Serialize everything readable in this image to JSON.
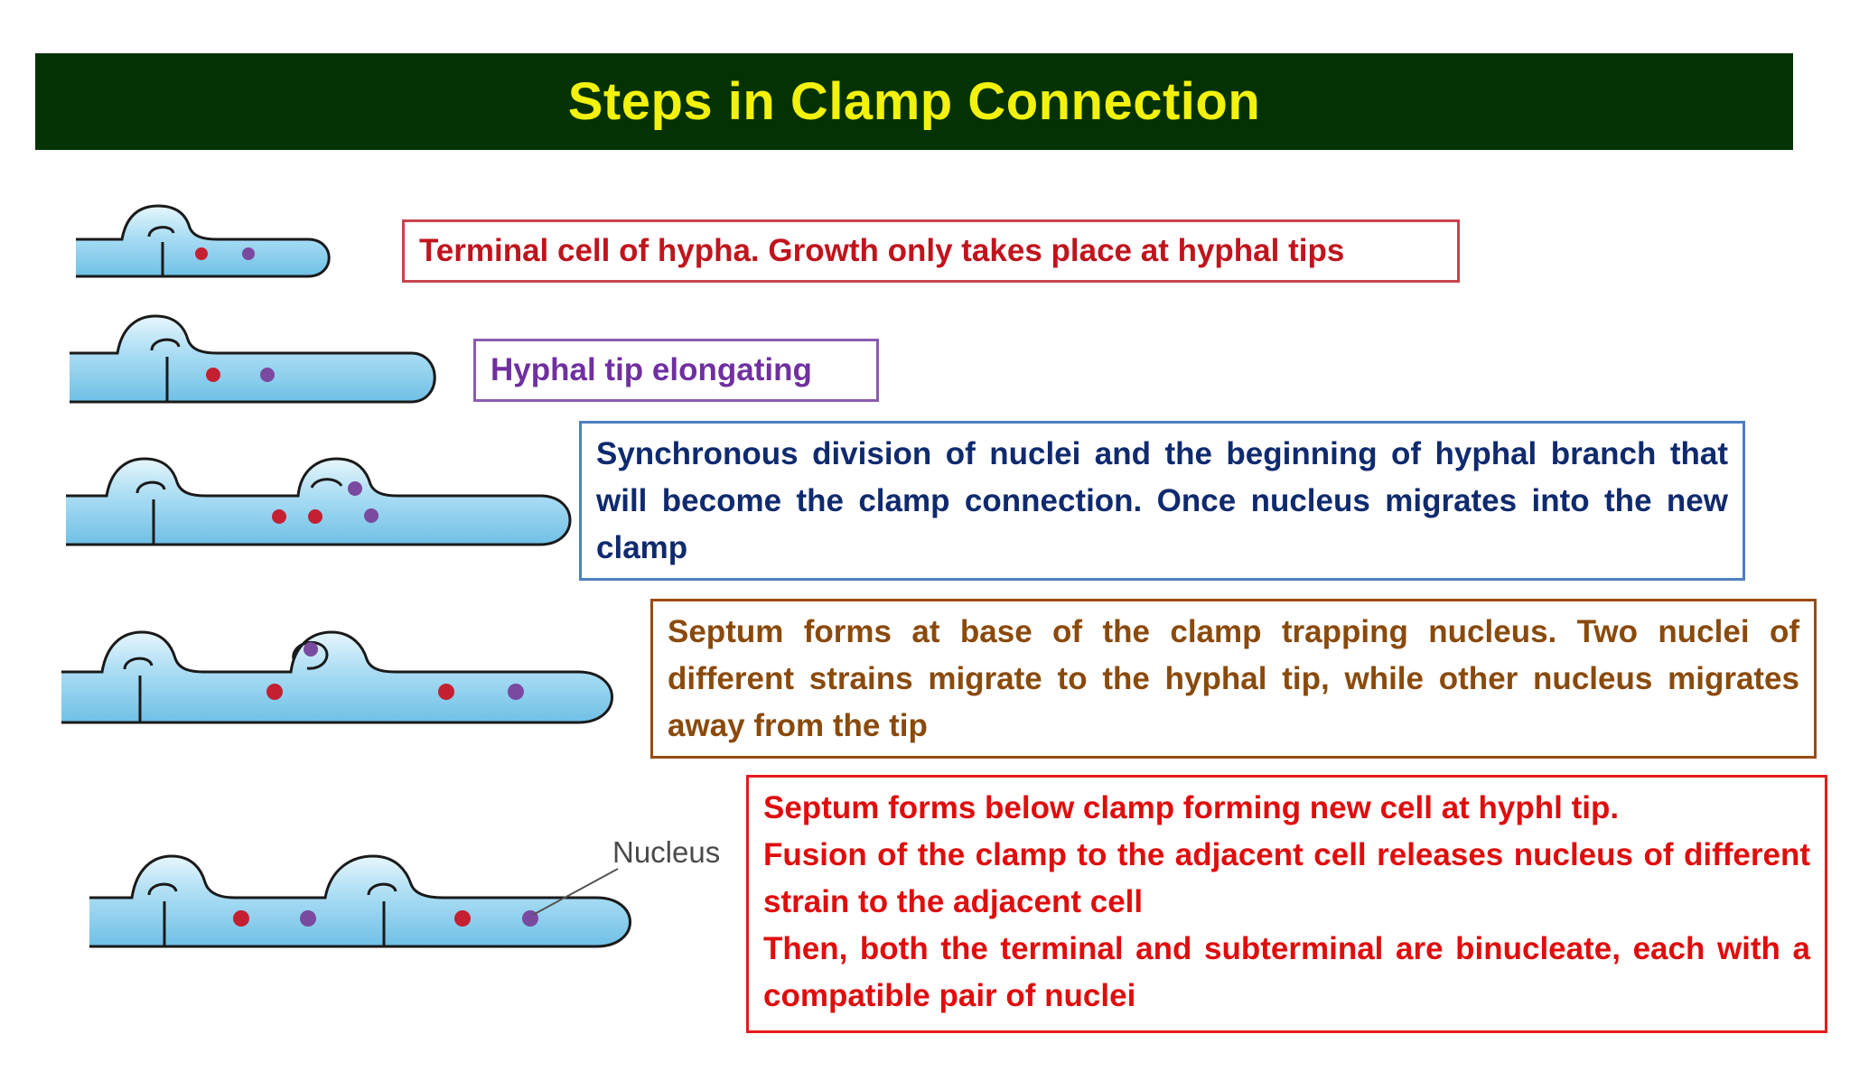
{
  "title": "Steps in Clamp Connection",
  "steps": [
    {
      "lines": [
        "Terminal cell of hypha. Growth only takes place at hyphal tips"
      ],
      "border_color": "#c8434e",
      "text_color": "#c0141d"
    },
    {
      "lines": [
        "Hyphal tip elongating"
      ],
      "border_color": "#8a5bb0",
      "text_color": "#7030a0"
    },
    {
      "lines": [
        "Synchronous division of nuclei and the beginning of hyphal branch that will become the clamp connection. Once nucleus migrates into the new clamp"
      ],
      "border_color": "#4f7fc1",
      "text_color": "#0f2a6e"
    },
    {
      "lines": [
        "Septum forms at base of the clamp trapping nucleus. Two nuclei of different strains migrate to the hyphal tip, while other nucleus migrates away from the tip"
      ],
      "border_color": "#9a4b10",
      "text_color": "#8a4a0c"
    },
    {
      "lines": [
        "Septum forms below clamp forming new cell at hyphl tip.",
        "Fusion of the clamp to the adjacent cell releases nucleus of different strain to the adjacent cell",
        "Then, both the terminal and subterminal are binucleate, each with a compatible pair of nuclei"
      ],
      "border_color": "#e41c1c",
      "text_color": "#e00d0d"
    }
  ],
  "diagram_labels": {
    "nucleus": "Nucleus"
  },
  "colors": {
    "title_bg": "#033304",
    "title_text": "#f2f20c",
    "hypha_fill": "#a9dcf2",
    "hypha_outline": "#1a1a1a",
    "nucleus_red": "#c42032",
    "nucleus_purple": "#7a4aa0"
  }
}
